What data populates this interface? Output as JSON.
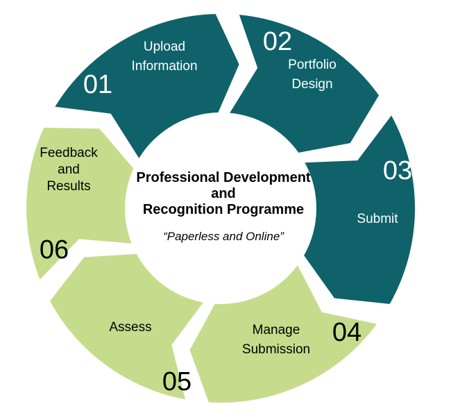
{
  "colors": {
    "dark_segment": "#0f626a",
    "light_segment": "#c6dc8c",
    "dark_text": "#ffffff",
    "light_text": "#000000",
    "center_fill": "#ffffff"
  },
  "center": {
    "title_lines": [
      "Professional Development",
      "and",
      "Recognition Programme"
    ],
    "subtitle": "“Paperless and Online”"
  },
  "steps": [
    {
      "number": "01",
      "label_lines": [
        "Upload",
        "Information"
      ],
      "tone": "dark"
    },
    {
      "number": "02",
      "label_lines": [
        "Portfolio",
        "Design"
      ],
      "tone": "dark"
    },
    {
      "number": "03",
      "label_lines": [
        "Submit"
      ],
      "tone": "dark"
    },
    {
      "number": "04",
      "label_lines": [
        "Manage",
        "Submission"
      ],
      "tone": "light"
    },
    {
      "number": "05",
      "label_lines": [
        "Assess"
      ],
      "tone": "light"
    },
    {
      "number": "06",
      "label_lines": [
        "Feedback",
        "and",
        "Results"
      ],
      "tone": "light"
    }
  ]
}
